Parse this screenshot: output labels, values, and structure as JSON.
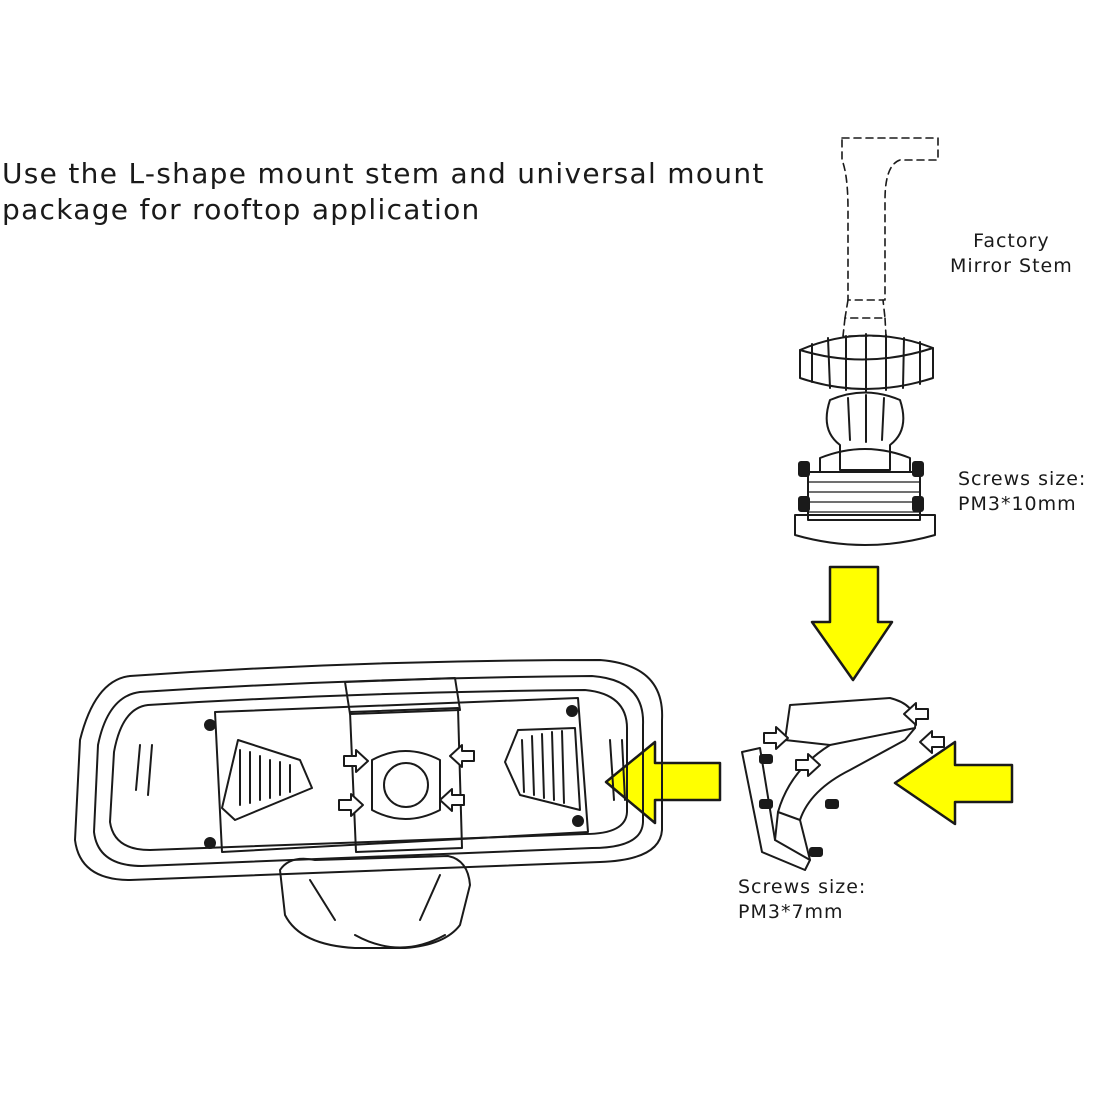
{
  "heading": {
    "line1": "Use the L-shape mount stem and universal mount",
    "line2": "package for rooftop application"
  },
  "labels": {
    "factory_stem": {
      "line1": "Factory",
      "line2": "Mirror Stem"
    },
    "upper_screws": {
      "line1": "Screws size:",
      "line2": "PM3*10mm"
    },
    "lower_screws": {
      "line1": "Screws size:",
      "line2": "PM3*7mm"
    }
  },
  "colors": {
    "arrow_fill": "#ffff00",
    "line": "#1a1a1a",
    "background": "#ffffff"
  },
  "icons": [
    "big-yellow-arrow",
    "small-outline-arrow",
    "screw-icon"
  ]
}
